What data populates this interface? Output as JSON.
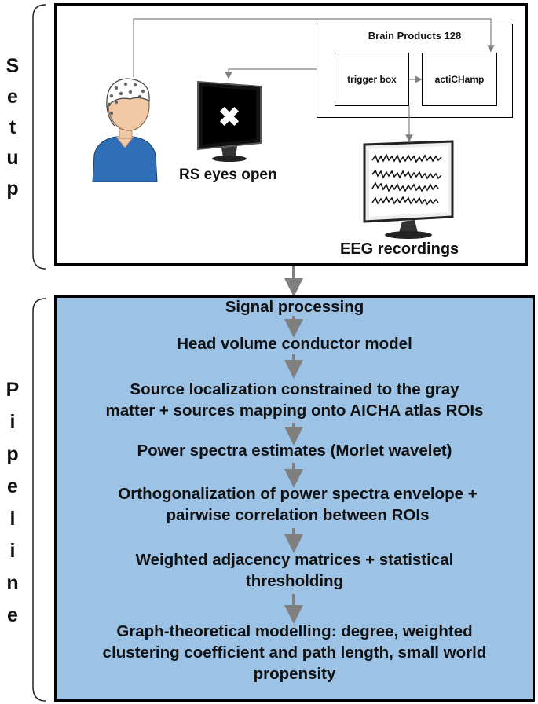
{
  "sections": {
    "setup": {
      "label": "Setup"
    },
    "pipeline": {
      "label": "Pipeline"
    }
  },
  "setup": {
    "amplifier_group_title": "Brain Products 128",
    "trigger_box": "trigger box",
    "amplifier": "actiCHamp",
    "screen_label": "RS eyes open",
    "recordings_label": "EEG recordings"
  },
  "pipeline": {
    "steps": [
      "Signal processing",
      "Head volume conductor model",
      "Source localization constrained to the gray\nmatter + sources mapping onto AICHA atlas ROIs",
      "Power spectra estimates (Morlet wavelet)",
      "Orthogonalization of power spectra envelope +\npairwise correlation between ROIs",
      "Weighted adjacency matrices + statistical\nthresholding",
      "Graph-theoretical modelling: degree, weighted\nclustering coefficient and path length, small world\npropensity"
    ]
  },
  "colors": {
    "pipeline_fill": "#9cc3e6",
    "arrow": "#7f7f7f",
    "border": "#000000"
  },
  "icons": [
    "eeg-cap-person-icon",
    "cross-screen-icon",
    "eeg-monitor-icon"
  ]
}
